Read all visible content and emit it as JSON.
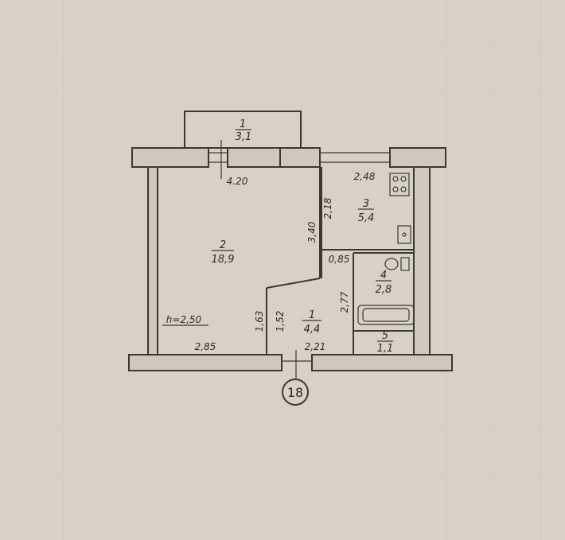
{
  "rooms": [
    {
      "number": "1",
      "area": "3,1"
    },
    {
      "number": "2",
      "area": "18,9"
    },
    {
      "number": "3",
      "area": "5,4"
    },
    {
      "number": "4",
      "area": "2,8"
    },
    {
      "number": "5",
      "area": "1,1"
    },
    {
      "number": "1",
      "area": "4,4"
    }
  ],
  "dimensions": {
    "top_left": "4.20",
    "top_right": "2,48",
    "kitchen_v": "2,18",
    "living_v": "3,40",
    "bath_w": "0,85",
    "bath_v": "2,77",
    "hall_v1": "1,63",
    "hall_v2": "1,52",
    "bottom_left": "2,85",
    "bottom_right": "2,21",
    "height": "h=2,50"
  },
  "apartment_number": "18",
  "colors": {
    "paper": "#d8d2c6",
    "ink": "#3a3835",
    "wall_fill": "#cfc9bd"
  }
}
